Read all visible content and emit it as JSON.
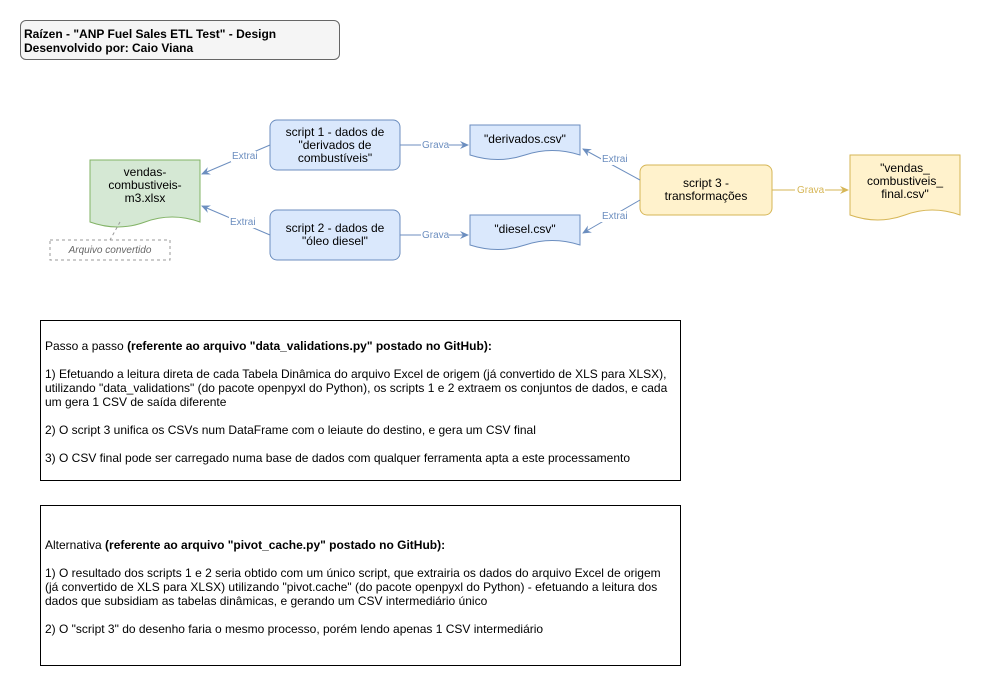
{
  "header": {
    "title_line": "Raízen  -  \"ANP Fuel Sales ETL Test\"  -  Design",
    "author_line": "Desenvolvido por: Caio Viana"
  },
  "colors": {
    "blue_fill": "#dae8fc",
    "blue_stroke": "#6c8ebf",
    "green_fill": "#d5e8d4",
    "green_stroke": "#82b366",
    "orange_fill": "#fff2cc",
    "orange_stroke": "#d6b656"
  },
  "nodes": {
    "excel_file": "vendas-\ncombustiveis-\nm3.xlsx",
    "excel_note": "Arquivo convertido",
    "script1": "script 1 - dados de\n\"derivados de\ncombustíveis\"",
    "script2": "script 2 - dados de\n\"óleo diesel\"",
    "csv_derivados": "\"derivados.csv\"",
    "csv_diesel": "\"diesel.csv\"",
    "script3": "script 3 -\ntransformações",
    "csv_final": "\"vendas_\ncombustiveis_\nfinal.csv\""
  },
  "edge_labels": {
    "extrai_1": "Extrai",
    "extrai_2": "Extrai",
    "grava_1": "Grava",
    "grava_2": "Grava",
    "extrai_3": "Extrai",
    "extrai_4": "Extrai",
    "grava_3": "Grava"
  },
  "passo_panel": {
    "intro": "Passo a passo ",
    "intro_bold": "(referente ao arquivo \"data_validations.py\" postado no GitHub):",
    "step1": "1) Efetuando a leitura direta de cada Tabela Dinâmica do arquivo Excel de origem (já convertido de XLS para XLSX), utilizando \"data_validations\" (do pacote openpyxl do Python), os scripts 1 e 2 extraem os conjuntos de dados, e cada um gera 1 CSV de saída diferente",
    "step2": "2) O script 3 unifica os CSVs num DataFrame com o leiaute do destino, e gera um CSV final",
    "step3": "3) O CSV final pode ser carregado numa base de dados com qualquer ferramenta apta a este processamento"
  },
  "alt_panel": {
    "intro": "Alternativa ",
    "intro_bold": "(referente ao arquivo \"pivot_cache.py\" postado no GitHub):",
    "step1": "1) O resultado dos scripts 1 e 2 seria obtido com um único script, que extrairia os dados do arquivo Excel de origem (já convertido de XLS para XLSX) utilizando \"pivot.cache\" (do pacote openpyxl do Python) - efetuando a leitura dos dados que subsidiam as tabelas dinâmicas, e gerando um CSV intermediário único",
    "step2": "2) O \"script 3\" do desenho faria o mesmo processo, porém lendo apenas 1 CSV intermediário"
  }
}
